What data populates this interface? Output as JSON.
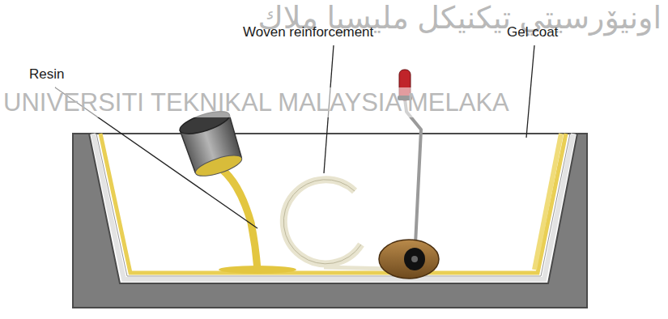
{
  "diagram": {
    "labels": [
      "اونيۆرسيتي تيکنيکل مليسيا ملاك",
      "Resin",
      "Woven reinforcement",
      "Gel coat",
      "UNIVERSITI TEKNIKAL MALAYSIA MELAKA"
    ]
  }
}
